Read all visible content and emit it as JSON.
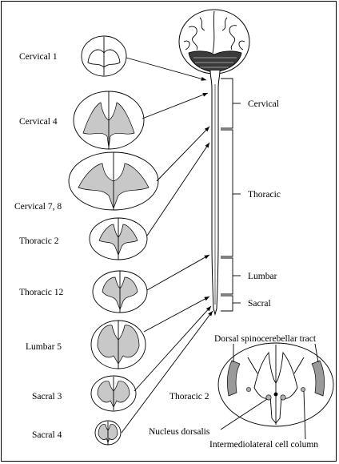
{
  "section_labels": [
    "Cervical 1",
    "Cervical 4",
    "Cervical 7, 8",
    "Thoracic 2",
    "Thoracic 12",
    "Lumbar 5",
    "Sacral 3",
    "Sacral 4"
  ],
  "region_labels": [
    "Cervical",
    "Thoracic",
    "Lumbar",
    "Sacral"
  ],
  "inset": {
    "section_label": "Thoracic 2",
    "callouts": [
      "Dorsal spinocerebellar tract",
      "Nucleus dorsalis",
      "Intermediolateral cell column"
    ]
  }
}
